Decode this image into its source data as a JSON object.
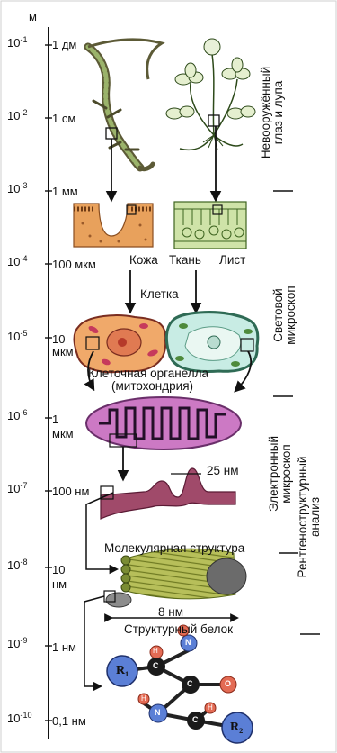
{
  "unit": "м",
  "scale": [
    {
      "base": "10",
      "exp": "-1",
      "tick": "1 дм"
    },
    {
      "base": "10",
      "exp": "-2",
      "tick": "1 см"
    },
    {
      "base": "10",
      "exp": "-3",
      "tick": "1 мм"
    },
    {
      "base": "10",
      "exp": "-4",
      "tick": "100 мкм"
    },
    {
      "base": "10",
      "exp": "-5",
      "tick": "10\nмкм"
    },
    {
      "base": "10",
      "exp": "-6",
      "tick": "1\nмкм"
    },
    {
      "base": "10",
      "exp": "-7",
      "tick": "100 нм"
    },
    {
      "base": "10",
      "exp": "-8",
      "tick": "10\nнм"
    },
    {
      "base": "10",
      "exp": "-9",
      "tick": "1 нм"
    },
    {
      "base": "10",
      "exp": "-10",
      "tick": "0,1 нм"
    }
  ],
  "labels": {
    "skin": "Кожа",
    "tissue": "Ткань",
    "leaf": "Лист",
    "cell": "Клетка",
    "organelle_line1": "Клеточная органелла",
    "organelle_line2": "(митохондрия)",
    "scale_25nm": "25 нм",
    "molecular": "Молекулярная структура",
    "scale_8nm": "8 нм",
    "protein": "Структурный белок"
  },
  "methods": {
    "naked_eye_line1": "Невооружённый",
    "naked_eye_line2": "глаз и лупа",
    "light_line1": "Световой",
    "light_line2": "микроскоп",
    "electron_line1": "Электронный",
    "electron_line2": "микроскоп",
    "xray_line1": "Рентгеноструктурный",
    "xray_line2": "анализ"
  },
  "molecule": {
    "r1": "R₁",
    "r2": "R₂",
    "atoms": [
      "H",
      "N",
      "C",
      "C",
      "O",
      "H",
      "N",
      "C",
      "H"
    ]
  },
  "colors": {
    "skin_orange": "#e8a15c",
    "leaf_green": "#cfe3a8",
    "cell_orange": "#f0a96a",
    "cell_teal": "#c8ece4",
    "mitochondria_pink": "#cc79c4",
    "membrane": "#a04a6a",
    "protein_green": "#a8b44a",
    "atom_blue": "#5b7fd6",
    "atom_red": "#e36b54"
  }
}
